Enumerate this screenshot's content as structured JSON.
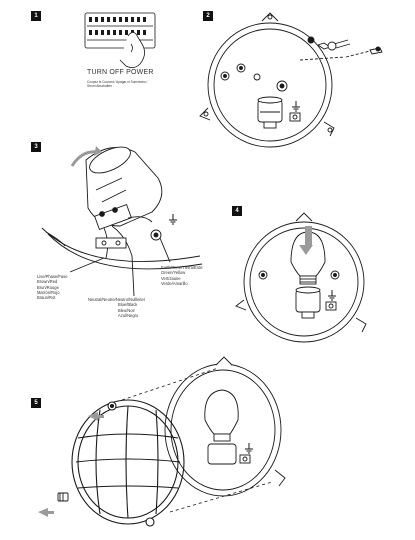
{
  "steps": [
    "1",
    "2",
    "3",
    "4",
    "5"
  ],
  "step1": {
    "heading": "TURN OFF POWER",
    "subtext": [
      "Coupez le Courant / Apagar el Suministro /",
      "Strom Abschalten"
    ]
  },
  "step3": {
    "live_labels": [
      "Live/Phase/Fase",
      "Brown/Red",
      "Brun/Rouge",
      "Marrón/Rojo",
      "Braun/Rot"
    ],
    "earth_labels": [
      "Earth/Terre/Tierra/Erde",
      "Green/Yellow",
      "Vert/Jaune",
      "Verde/Amarillo"
    ],
    "neutral_labels": [
      "Neutral/Neutre/Neutro/Nullleiter",
      "Blue/Black",
      "Bleu/Noir",
      "Azul/Negro"
    ]
  },
  "icons": [
    "arrow-icon",
    "earth-symbol-icon",
    "screw-icon"
  ],
  "colors": {
    "ink": "#1a1a1a",
    "arrow": "#9a9a9a",
    "badge": "#111111"
  }
}
